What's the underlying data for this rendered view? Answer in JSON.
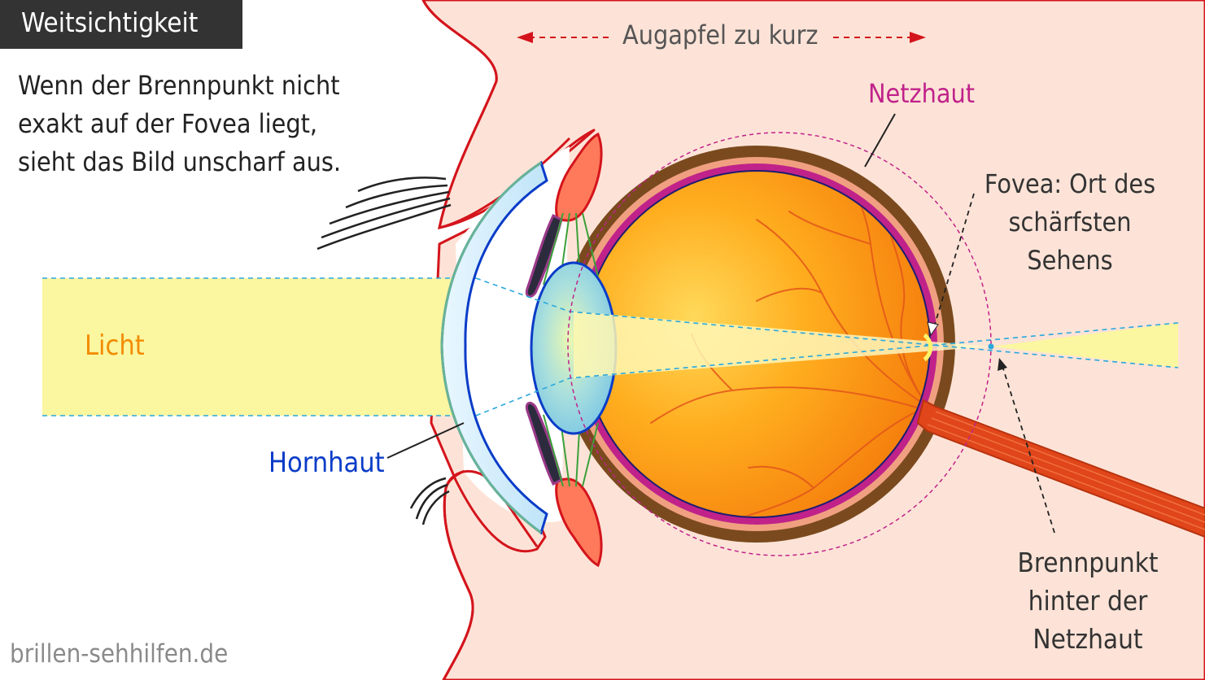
{
  "title": "Weitsichtigkeit",
  "intro_text": "Wenn der Brennpunkt nicht\nexakt auf der Fovea liegt,\nsieht das Bild unscharf aus.",
  "labels": {
    "eyeball_length": "Augapfel zu kurz",
    "retina": "Netzhaut",
    "fovea": "Fovea: Ort des\nschärfsten\nSehens",
    "light": "Licht",
    "cornea": "Hornhaut",
    "focal_point": "Brennpunkt\nhinter der\nNetzhaut"
  },
  "watermark": "brillen-sehhilfen.de",
  "colors": {
    "skin": "#fde3d7",
    "light_beam": "#fbf6a0",
    "retina": "#c0228a",
    "cornea": "#0a3cc8",
    "light_label": "#f28c00",
    "sclera": "#7a4a1e",
    "optic_nerve": "#e0461a",
    "title_background": "#333333"
  }
}
